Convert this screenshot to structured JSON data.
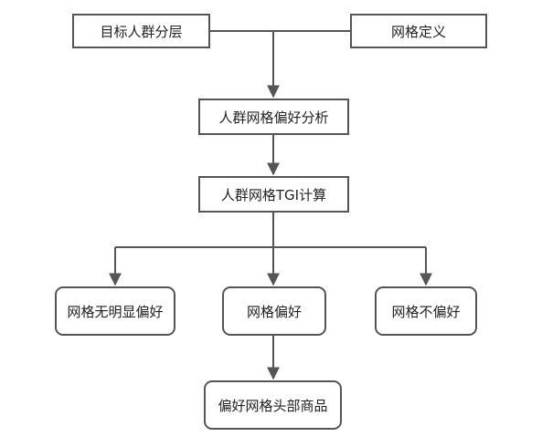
{
  "nodes": {
    "target_segmentation": "目标人群分层",
    "grid_definition": "网格定义",
    "grid_preference_analysis": "人群网格偏好分析",
    "tgi_calculation": "人群网格TGI计算",
    "no_preference": "网格无明显偏好",
    "preference": "网格偏好",
    "no_preference_dislike": "网格不偏好",
    "top_products": "偏好网格头部商品"
  },
  "colors": {
    "stroke": "#555555",
    "text": "#222222",
    "background": "#ffffff"
  }
}
